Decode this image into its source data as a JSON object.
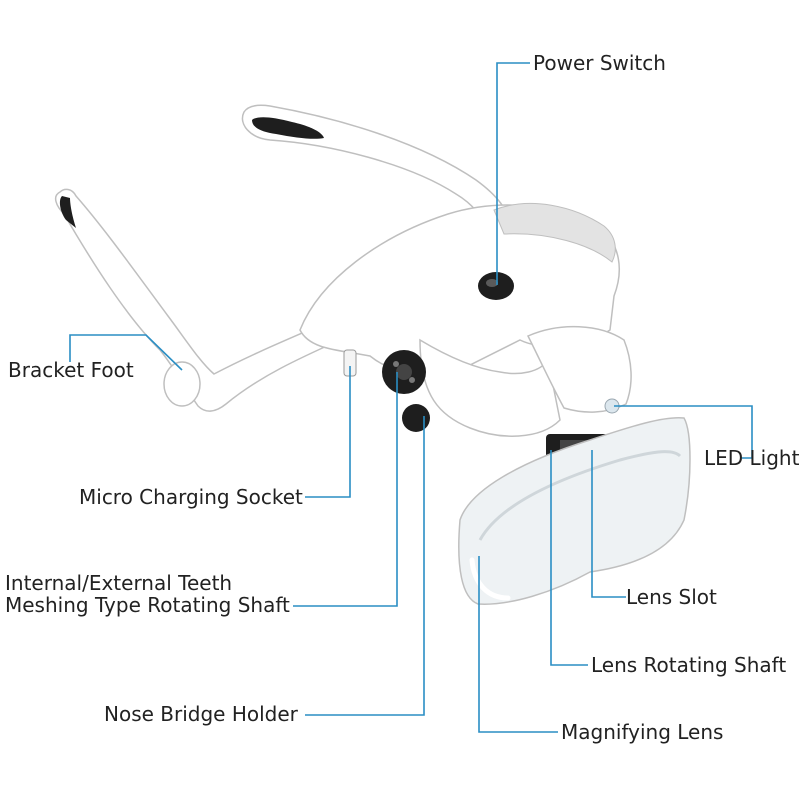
{
  "colors": {
    "leader_line": "#2A8EC4",
    "device_body": "#FFFFFF",
    "device_outline": "#BFBFBF",
    "device_shadow": "#E3E3E3",
    "rubber_pad": "#1E1E1E",
    "lens_tint": "#EEF2F4"
  },
  "labels": {
    "power_switch": "Power Switch",
    "bracket_foot": "Bracket Foot",
    "led_light": "LED Light",
    "micro_charging_socket": "Micro Charging Socket",
    "rotating_shaft_line1": "Internal/External Teeth",
    "rotating_shaft_line2": "Meshing Type Rotating Shaft",
    "lens_slot": "Lens Slot",
    "lens_rotating_shaft": "Lens Rotating Shaft",
    "nose_bridge_holder": "Nose Bridge Holder",
    "magnifying_lens": "Magnifying Lens"
  }
}
